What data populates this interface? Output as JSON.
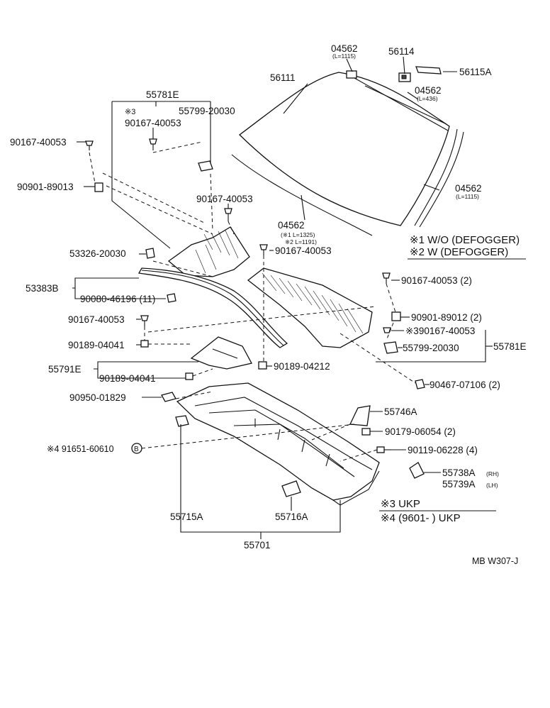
{
  "labels": {
    "p04562_top": "04562",
    "p04562_top_len": "(L=1115)",
    "p56114": "56114",
    "p56115A": "56115A",
    "p56111": "56111",
    "p04562_right1": "04562",
    "p04562_right1_len": "(L=436)",
    "p55781E_top": "55781E",
    "mark3_top": "※3",
    "p55799_top": "55799-20030",
    "p90167_top": "90167-40053",
    "p90167_left": "90167-40053",
    "p90901_left": "90901-89013",
    "p04562_right2": "04562",
    "p04562_right2_len": "(L=1115)",
    "p90167_mid": "90167-40053",
    "p04562_bottom": "04562",
    "p04562_bottom_len1": "(※1 L=1325)",
    "p04562_bottom_len2": "※2 L=1191)",
    "p53326": "53326-20030",
    "p90167_center": "90167-40053",
    "p53383B": "53383B",
    "p90080": "90080-46196 (11)",
    "p90167_right_a": "90167-40053 (2)",
    "p90167_left2": "90167-40053",
    "p90901_right": "90901-89012 (2)",
    "p90167_right_b": "※390167-40053",
    "p90189_left": "90189-04041",
    "p55799_right": "55799-20030",
    "p55781E_right": "55781E",
    "p55791E": "55791E",
    "p90189_left2": "90189-04041",
    "p90189_center": "90189-04212",
    "p90467": "90467-07106 (2)",
    "p90950": "90950-01829",
    "p55746A": "55746A",
    "p90179": "90179-06054 (2)",
    "p91651": "※4 91651-60610",
    "p91651_icon": "B",
    "p90119": "90119-06228 (4)",
    "p55738A": "55738A",
    "p55738A_side": "(RH)",
    "p55739A": "55739A",
    "p55739A_side": "(LH)",
    "p55715A": "55715A",
    "p55716A": "55716A",
    "p55701": "55701",
    "ref": "MB W307-J"
  },
  "notes": {
    "n1": "※1 W/O (DEFOGGER)",
    "n2": "※2 W (DEFOGGER)",
    "n3": "※3  UKP",
    "n4": "※4  (9601-        ) UKP"
  },
  "colors": {
    "ink": "#111111",
    "background": "#ffffff"
  }
}
